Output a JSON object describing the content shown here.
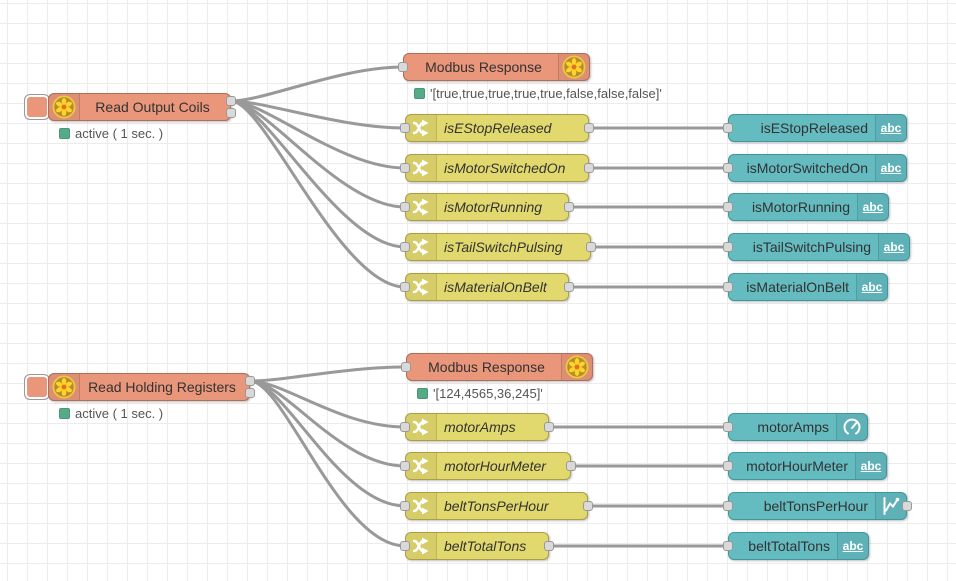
{
  "app": {
    "name": "flow-editor-canvas"
  },
  "colors": {
    "modbus_node": "#E9967A",
    "change_node": "#E2D96E",
    "ui_node": "#64BBC0",
    "wire": "#999999",
    "status_ok_dot": "#55AA88",
    "grid_line": "#ECECEC"
  },
  "icons": {
    "modbus": "flower-icon",
    "change": "shuffle-arrows-icon",
    "text": "abc-icon",
    "gauge": "gauge-icon",
    "chart": "line-chart-icon",
    "abc": "abc"
  },
  "inject_nodes": [
    {
      "label": "Read Output Coils",
      "status": "active ( 1 sec. )"
    },
    {
      "label": "Read Holding Registers",
      "status": "active ( 1 sec. )"
    }
  ],
  "response_nodes": [
    {
      "label": "Modbus Response",
      "status": "'[true,true,true,true,true,false,false,false]'"
    },
    {
      "label": "Modbus Response",
      "status": "'[124,4565,36,245]'"
    }
  ],
  "change_nodes": [
    {
      "label": "isEStopReleased"
    },
    {
      "label": "isMotorSwitchedOn"
    },
    {
      "label": "isMotorRunning"
    },
    {
      "label": "isTailSwitchPulsing"
    },
    {
      "label": "isMaterialOnBelt"
    },
    {
      "label": "motorAmps"
    },
    {
      "label": "motorHourMeter"
    },
    {
      "label": "beltTonsPerHour"
    },
    {
      "label": "beltTotalTons"
    }
  ],
  "ui_nodes": [
    {
      "label": "isEStopReleased",
      "icon": "abc-icon"
    },
    {
      "label": "isMotorSwitchedOn",
      "icon": "abc-icon"
    },
    {
      "label": "isMotorRunning",
      "icon": "abc-icon"
    },
    {
      "label": "isTailSwitchPulsing",
      "icon": "abc-icon"
    },
    {
      "label": "isMaterialOnBelt",
      "icon": "abc-icon"
    },
    {
      "label": "motorAmps",
      "icon": "gauge-icon"
    },
    {
      "label": "motorHourMeter",
      "icon": "abc-icon"
    },
    {
      "label": "beltTonsPerHour",
      "icon": "line-chart-icon"
    },
    {
      "label": "beltTotalTons",
      "icon": "abc-icon"
    }
  ]
}
